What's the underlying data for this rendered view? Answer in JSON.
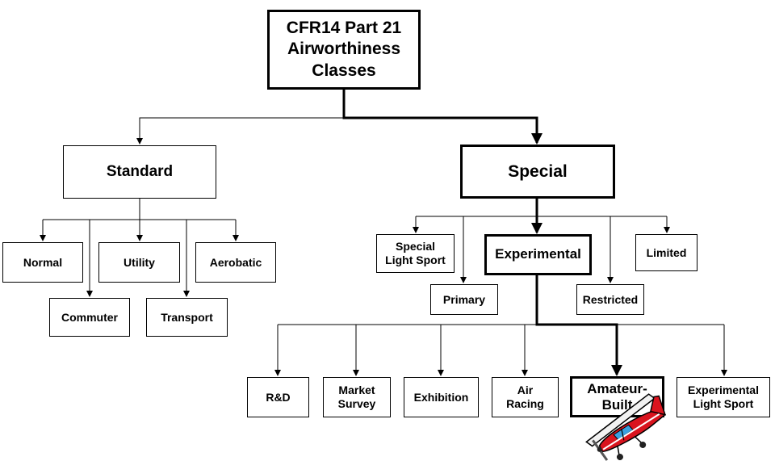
{
  "root": {
    "label": "CFR14 Part 21\nAirworthiness\nClasses"
  },
  "standard": {
    "label": "Standard",
    "children": [
      "Normal",
      "Commuter",
      "Utility",
      "Transport",
      "Aerobatic"
    ]
  },
  "special": {
    "label": "Special",
    "children": [
      "Special\nLight Sport",
      "Primary",
      "Experimental",
      "Restricted",
      "Limited"
    ]
  },
  "experimental": {
    "label": "Experimental",
    "children": [
      "R&D",
      "Market\nSurvey",
      "Exhibition",
      "Air\nRacing",
      "Amateur-\nBuilt",
      "Experimental\nLight Sport"
    ]
  },
  "highlighted_path": [
    "CFR14 Part 21 Airworthiness Classes",
    "Special",
    "Experimental",
    "Amateur-Built"
  ],
  "icons": {
    "amateur_built": "airplane-icon"
  },
  "colors": {
    "line": "#000000",
    "box_fill": "#ffffff",
    "plane_body": "#d9141e",
    "plane_window": "#3aa0e0"
  }
}
